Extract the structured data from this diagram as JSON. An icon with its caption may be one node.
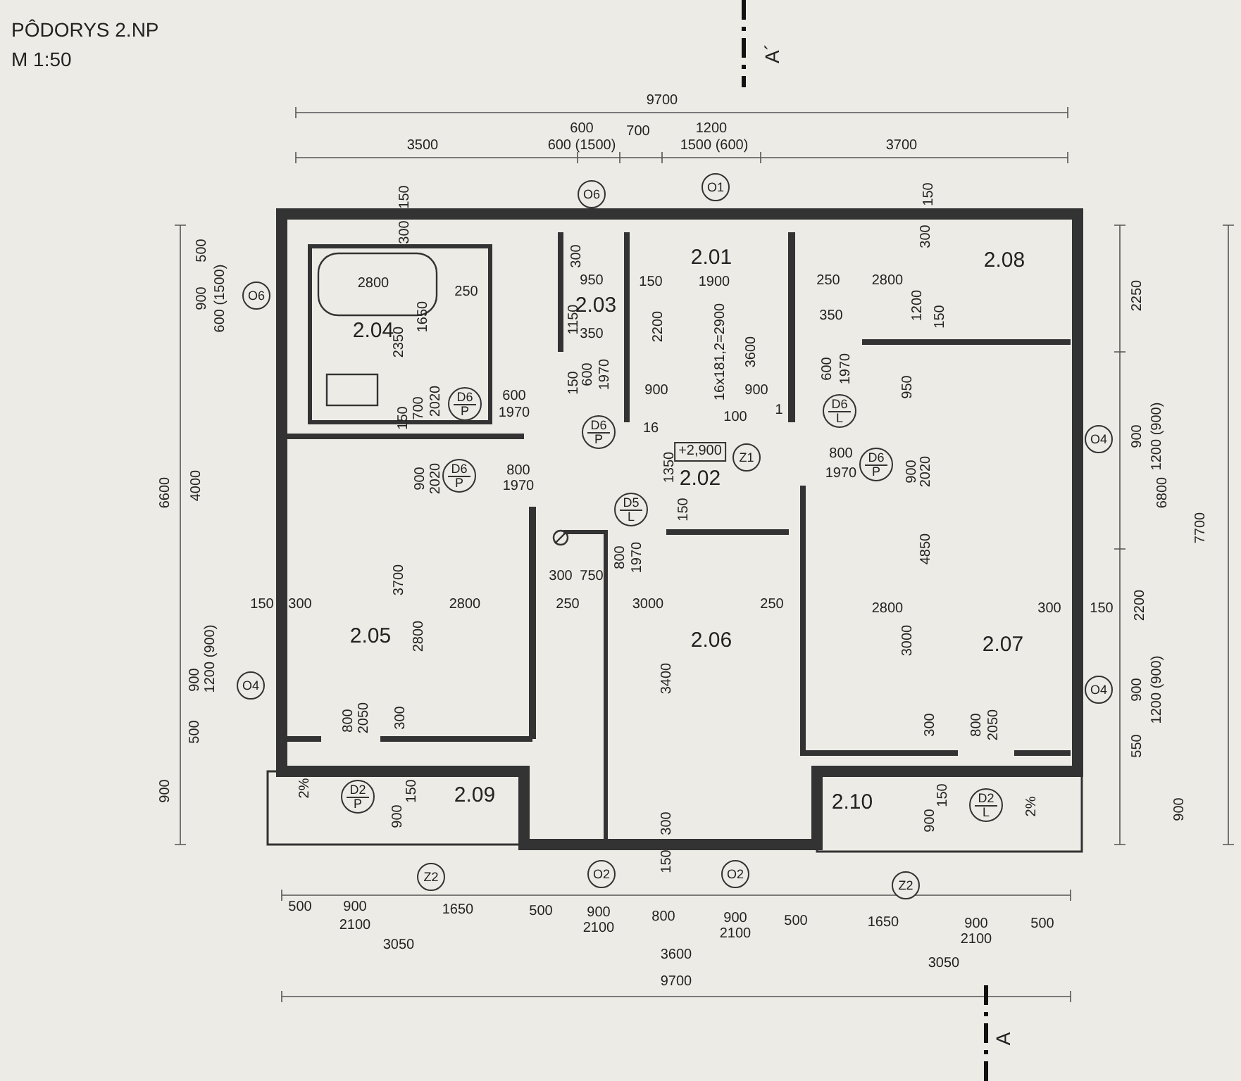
{
  "diagram": {
    "title": "PÔDORYS 2.NP",
    "nodes": [
      {
        "text": [
          "2.01"
        ]
      },
      {
        "text": [
          "2.02"
        ]
      },
      {
        "text": [
          "2.03"
        ]
      },
      {
        "text": [
          "2.04"
        ]
      },
      {
        "text": [
          "2.05"
        ]
      },
      {
        "text": [
          "2.06"
        ]
      },
      {
        "text": [
          "2.07"
        ]
      },
      {
        "text": [
          "2.08"
        ]
      },
      {
        "text": [
          "2.09"
        ]
      },
      {
        "text": [
          "2.10"
        ]
      },
      {
        "text": [
          "+2,900"
        ]
      },
      {
        "text": [
          "O6"
        ]
      },
      {
        "text": [
          "O1"
        ]
      },
      {
        "text": [
          "O6"
        ]
      },
      {
        "text": [
          "O4"
        ]
      },
      {
        "text": [
          "O4"
        ]
      },
      {
        "text": [
          "O4"
        ]
      },
      {
        "text": [
          "O2"
        ]
      },
      {
        "text": [
          "O2"
        ]
      },
      {
        "text": [
          "Z2"
        ]
      },
      {
        "text": [
          "Z2"
        ]
      },
      {
        "text": [
          "Z1"
        ]
      },
      {
        "text": [
          "D6",
          "P"
        ]
      },
      {
        "text": [
          "D6",
          "P"
        ]
      },
      {
        "text": [
          "D6",
          "P"
        ]
      },
      {
        "text": [
          "D5",
          "L"
        ]
      },
      {
        "text": [
          "D6",
          "L"
        ]
      },
      {
        "text": [
          "D6",
          "P"
        ]
      },
      {
        "text": [
          "D2",
          "P"
        ]
      },
      {
        "text": [
          "D2",
          "L"
        ]
      }
    ],
    "labels": [
      "M 1:50",
      "A´",
      "9700",
      "3500",
      "600",
      "600 (1500)",
      "700",
      "1200",
      "1500 (600)",
      "3700",
      "150",
      "150",
      "500",
      "900",
      "600 (1500)",
      "6600",
      "4000",
      "900",
      "1200 (900)",
      "500",
      "900",
      "2250",
      "900",
      "1200 (900)",
      "6800",
      "7700",
      "2200",
      "900",
      "1200 (900)",
      "550",
      "900",
      "300",
      "2800",
      "250",
      "1650",
      "2350",
      "700",
      "2020",
      "150",
      "600",
      "1970",
      "300",
      "950",
      "1150",
      "350",
      "150",
      "600",
      "1970",
      "16",
      "150",
      "1900",
      "2200",
      "16x181,2=2900",
      "3600",
      "900",
      "100",
      "900",
      "1",
      "300",
      "250",
      "2800",
      "1200",
      "150",
      "350",
      "600",
      "1970",
      "950",
      "4850",
      "900",
      "2020",
      "800",
      "1970",
      "1350",
      "150",
      "800",
      "1970",
      "900",
      "2020",
      "3700",
      "150",
      "300",
      "2800",
      "2800",
      "800",
      "2050",
      "300",
      "800",
      "1970",
      "300",
      "750",
      "250",
      "3000",
      "250",
      "3400",
      "2800",
      "300",
      "150",
      "3000",
      "300",
      "800",
      "2050",
      "2%",
      "150",
      "900",
      "300",
      "150",
      "150",
      "900",
      "2%",
      "500",
      "900",
      "2100",
      "1650",
      "500",
      "900",
      "2100",
      "800",
      "900",
      "2100",
      "500",
      "1650",
      "900",
      "2100",
      "500",
      "3050",
      "3600",
      "3050",
      "9700",
      "A"
    ]
  }
}
